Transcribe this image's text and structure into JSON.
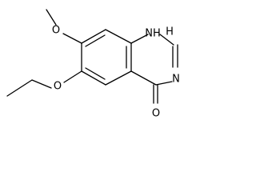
{
  "structure": {
    "atom_labels": {
      "nh": "NH",
      "h": "H",
      "n": "N",
      "o_carbonyl": "O",
      "o_methoxy": "O",
      "o_ethoxy": "O"
    }
  }
}
